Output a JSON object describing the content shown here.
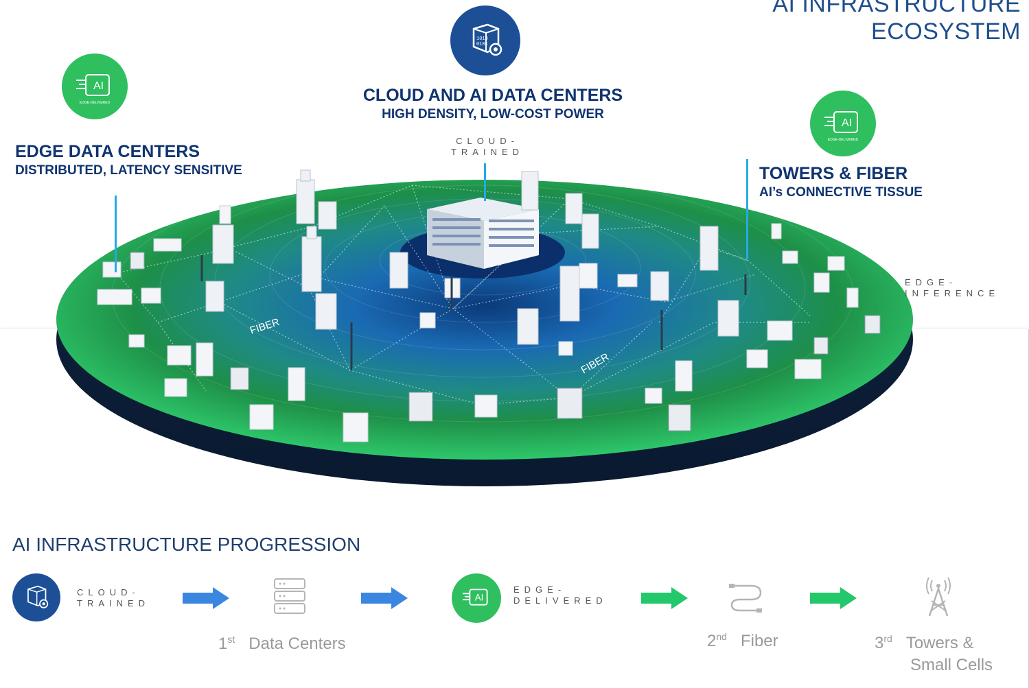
{
  "title": {
    "line1": "AI INFRASTRUCTURE",
    "line2": "ECOSYSTEM"
  },
  "cloud_center": {
    "heading": "CLOUD AND AI DATA CENTERS",
    "subheading": "HIGH DENSITY, LOW-COST POWER",
    "tag_line1": "CLOUD-",
    "tag_line2": "TRAINED"
  },
  "edge_centers": {
    "heading": "EDGE DATA CENTERS",
    "subheading": "DISTRIBUTED, LATENCY SENSITIVE"
  },
  "towers_fiber": {
    "heading": "TOWERS & FIBER",
    "subheading": "AI’s CONNECTIVE TISSUE"
  },
  "edge_inference": {
    "line1": "EDGE-",
    "line2": "INFERENCE"
  },
  "fiber_labels": [
    "FIBER",
    "FIBER"
  ],
  "ai_badge": {
    "text": "AI",
    "caption": "EDGE-DELIVERED"
  },
  "progression": {
    "title": "AI INFRASTRUCTURE PROGRESSION",
    "cloud_trained": {
      "line1": "CLOUD-",
      "line2": "TRAINED"
    },
    "edge_delivered": {
      "line1": "EDGE-",
      "line2": "DELIVERED"
    },
    "steps": [
      {
        "ordinal": "1",
        "suffix": "st",
        "label": "Data Centers"
      },
      {
        "ordinal": "2",
        "suffix": "nd",
        "label": "Fiber"
      },
      {
        "ordinal": "3",
        "suffix": "rd",
        "label_line1": "Towers &",
        "label_line2": "Small Cells"
      }
    ]
  },
  "colors": {
    "navy": "#0f3470",
    "green": "#2fbf5f",
    "blue_arrow": "#3b86e0",
    "green_arrow": "#22c86a",
    "cyan": "#25a9e6"
  },
  "icons": [
    "ai-edge-icon",
    "cloud-cube-gear-icon",
    "server-rack-icon",
    "fiber-cable-icon",
    "cell-tower-icon",
    "arrow-right-icon"
  ]
}
